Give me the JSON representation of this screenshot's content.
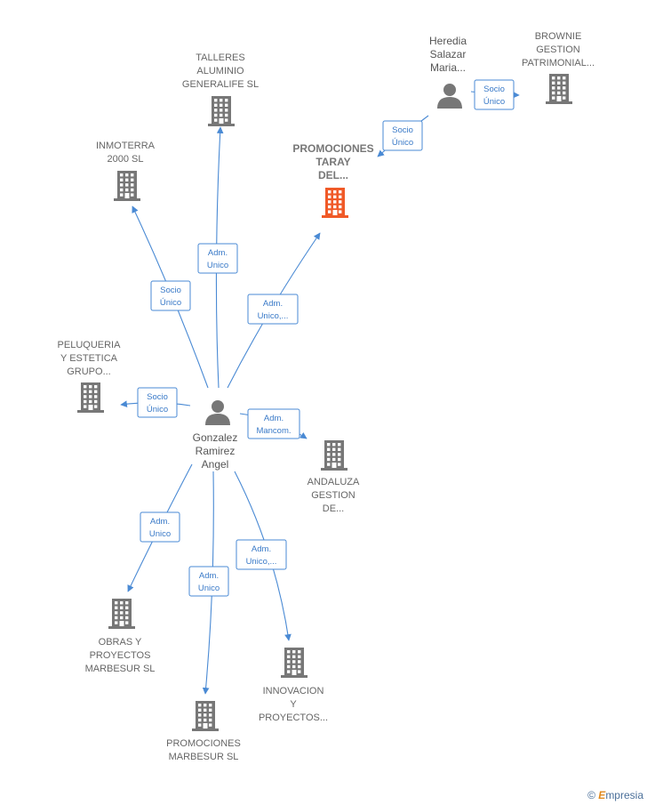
{
  "colors": {
    "edge": "#4a8ad4",
    "building": "#777777",
    "building_focus": "#f05a28",
    "person": "#777777"
  },
  "persons": [
    {
      "id": "gonzalez",
      "lines": [
        "Gonzalez",
        "Ramirez",
        "Angel"
      ],
      "icon": "person-icon"
    },
    {
      "id": "heredia",
      "lines": [
        "Heredia",
        "Salazar",
        "Maria..."
      ],
      "icon": "person-icon"
    }
  ],
  "companies": [
    {
      "id": "promociones_taray",
      "lines": [
        "PROMOCIONES",
        "TARAY",
        "DEL..."
      ],
      "focus": true,
      "icon": "building-icon"
    },
    {
      "id": "talleres",
      "lines": [
        "TALLERES",
        "ALUMINIO",
        "GENERALIFE SL"
      ],
      "icon": "building-icon"
    },
    {
      "id": "inmoterra",
      "lines": [
        "INMOTERRA",
        "2000 SL"
      ],
      "icon": "building-icon"
    },
    {
      "id": "brownie",
      "lines": [
        "BROWNIE",
        "GESTION",
        "PATRIMONIAL..."
      ],
      "icon": "building-icon"
    },
    {
      "id": "peluqueria",
      "lines": [
        "PELUQUERIA",
        "Y ESTETICA",
        "GRUPO..."
      ],
      "icon": "building-icon"
    },
    {
      "id": "andaluza",
      "lines": [
        "ANDALUZA",
        "GESTION",
        "DE..."
      ],
      "icon": "building-icon"
    },
    {
      "id": "obras",
      "lines": [
        "OBRAS Y",
        "PROYECTOS",
        "MARBESUR SL"
      ],
      "icon": "building-icon"
    },
    {
      "id": "promociones_marbesur",
      "lines": [
        "PROMOCIONES",
        "MARBESUR  SL"
      ],
      "icon": "building-icon"
    },
    {
      "id": "innovacion",
      "lines": [
        "INNOVACION",
        "Y",
        "PROYECTOS..."
      ],
      "icon": "building-icon"
    }
  ],
  "relations": [
    {
      "from": "gonzalez",
      "to": "talleres",
      "lines": [
        "Adm.",
        "Unico"
      ]
    },
    {
      "from": "gonzalez",
      "to": "inmoterra",
      "lines": [
        "Socio",
        "Único"
      ]
    },
    {
      "from": "gonzalez",
      "to": "promociones_taray",
      "lines": [
        "Adm.",
        "Unico,..."
      ]
    },
    {
      "from": "gonzalez",
      "to": "peluqueria",
      "lines": [
        "Socio",
        "Único"
      ]
    },
    {
      "from": "gonzalez",
      "to": "andaluza",
      "lines": [
        "Adm.",
        "Mancom."
      ]
    },
    {
      "from": "gonzalez",
      "to": "obras",
      "lines": [
        "Adm.",
        "Unico"
      ]
    },
    {
      "from": "gonzalez",
      "to": "promociones_marbesur",
      "lines": [
        "Adm.",
        "Unico"
      ]
    },
    {
      "from": "gonzalez",
      "to": "innovacion",
      "lines": [
        "Adm.",
        "Unico,..."
      ]
    },
    {
      "from": "heredia",
      "to": "promociones_taray",
      "lines": [
        "Socio",
        "Único"
      ]
    },
    {
      "from": "heredia",
      "to": "brownie",
      "lines": [
        "Socio",
        "Único"
      ]
    }
  ],
  "footer": {
    "copyright": "©",
    "brand_initial": "E",
    "brand_rest": "mpresia"
  }
}
